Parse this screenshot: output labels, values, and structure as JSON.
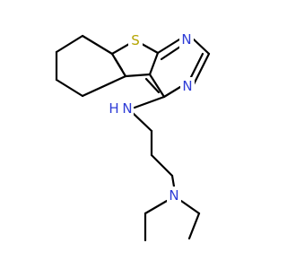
{
  "molecule": {
    "colors": {
      "bond": "#000000",
      "carbon": "#000000",
      "nitrogen": "#2d3bd6",
      "sulfur": "#b5a400"
    },
    "atoms": {
      "S": {
        "element": "S",
        "label": "S"
      },
      "N_pyr_top": {
        "element": "N",
        "label": "N"
      },
      "N_pyr_right": {
        "element": "N",
        "label": "N"
      },
      "N_amine": {
        "element": "N",
        "label": "N"
      },
      "NH_H": {
        "element": "H",
        "label": "H"
      },
      "N_diethyl": {
        "element": "N",
        "label": "N"
      }
    }
  }
}
